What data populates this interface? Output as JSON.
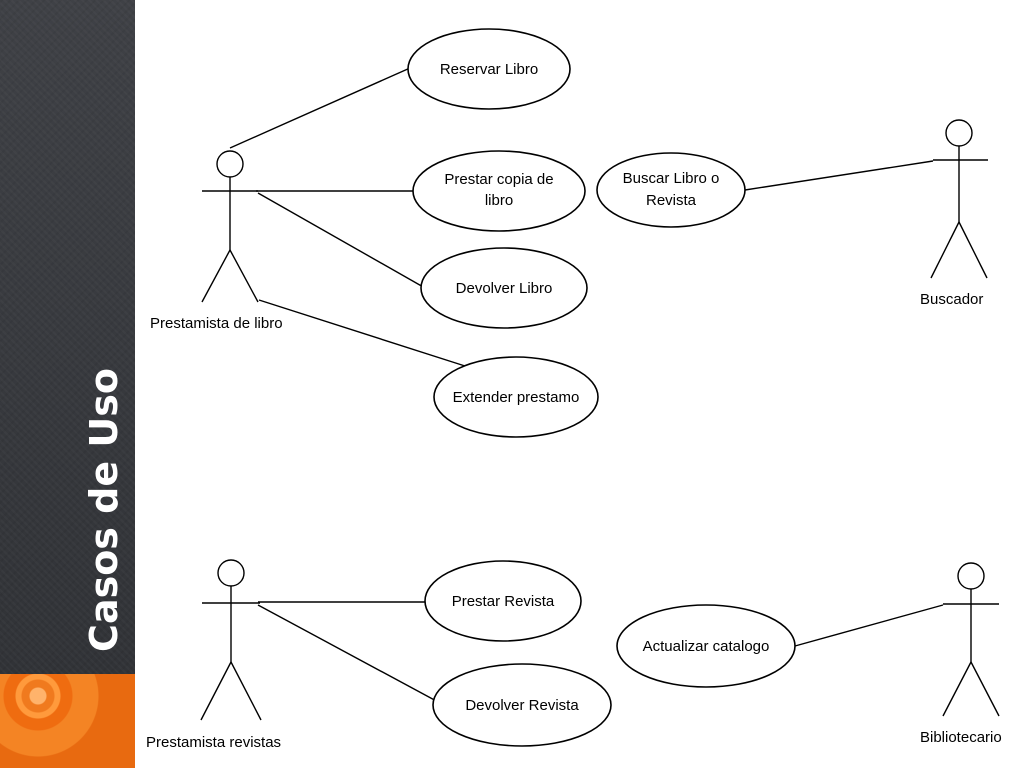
{
  "slide": {
    "title": "Casos de Uso"
  },
  "actors": {
    "prestamista_libro": "Prestamista de libro",
    "buscador": "Buscador",
    "prestamista_revistas": "Prestamista revistas",
    "bibliotecario": "Bibliotecario"
  },
  "use_cases": {
    "reservar_libro": [
      "Reservar Libro"
    ],
    "prestar_copia": [
      "Prestar copia de",
      "libro"
    ],
    "buscar_libro": [
      "Buscar Libro o",
      "Revista"
    ],
    "devolver_libro": [
      "Devolver Libro"
    ],
    "extender_prestamo": [
      "Extender prestamo"
    ],
    "prestar_revista": [
      "Prestar Revista"
    ],
    "devolver_revista": [
      "Devolver Revista"
    ],
    "actualizar_catalogo": [
      "Actualizar catalogo"
    ]
  },
  "colors": {
    "sidebar": "#3b3d42",
    "accent": "#f07a1e",
    "title_text": "#ffffff",
    "diagram_line": "#000000"
  }
}
